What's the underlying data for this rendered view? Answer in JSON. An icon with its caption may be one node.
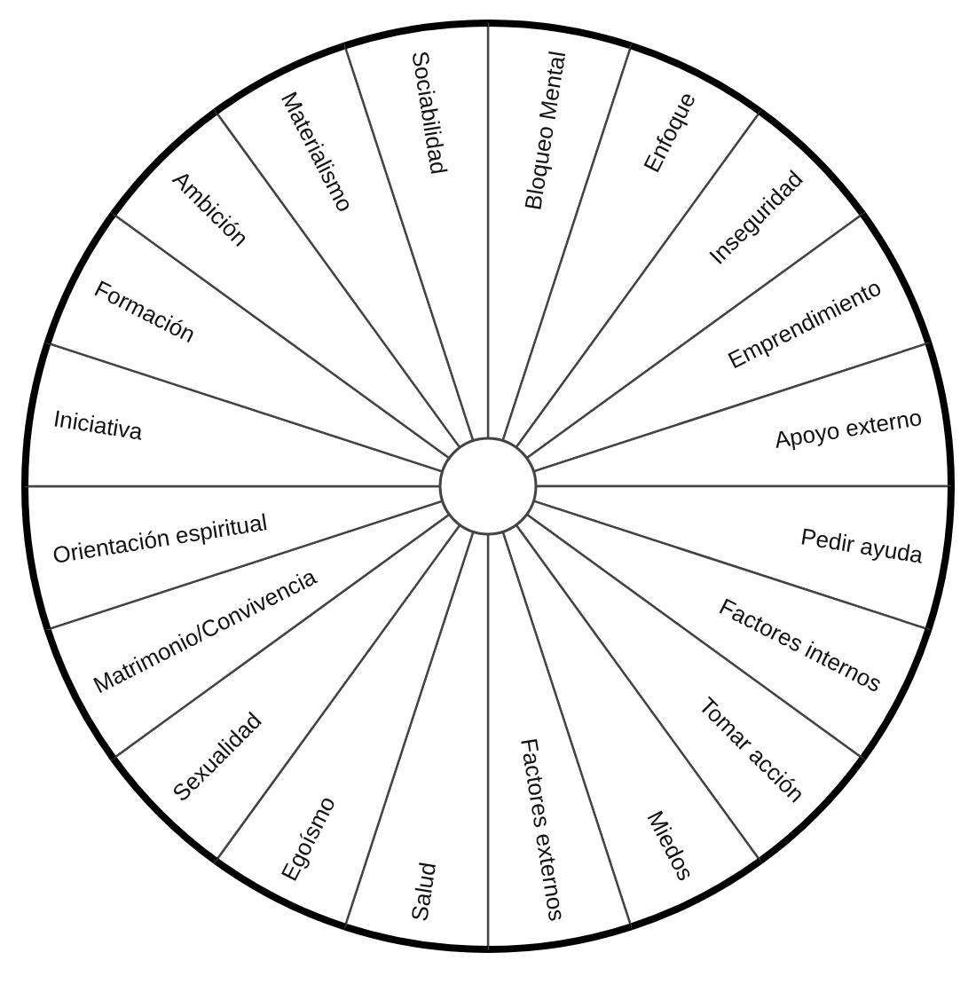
{
  "diagram": {
    "nodes": [
      {
        "text": [
          "Bloqueo Mental"
        ]
      },
      {
        "text": [
          "Enfoque"
        ]
      },
      {
        "text": [
          "Inseguridad"
        ]
      },
      {
        "text": [
          "Emprendimiento"
        ]
      },
      {
        "text": [
          "Apoyo externo"
        ]
      },
      {
        "text": [
          "Pedir ayuda"
        ]
      },
      {
        "text": [
          "Factores internos"
        ]
      },
      {
        "text": [
          "Tomar acción"
        ]
      },
      {
        "text": [
          "Miedos"
        ]
      },
      {
        "text": [
          "Factores externos"
        ]
      },
      {
        "text": [
          "Salud"
        ]
      },
      {
        "text": [
          "Egoísmo"
        ]
      },
      {
        "text": [
          "Sexualidad"
        ]
      },
      {
        "text": [
          "Matrimonio/Convivencia"
        ]
      },
      {
        "text": [
          "Orientación espiritual"
        ]
      },
      {
        "text": [
          "Iniciativa"
        ]
      },
      {
        "text": [
          "Formación"
        ]
      },
      {
        "text": [
          "Ambición"
        ]
      },
      {
        "text": [
          "Materialismo"
        ]
      },
      {
        "text": [
          "Sociabilidad"
        ]
      },
      {
        "text": [],
        "shape": "circle"
      }
    ]
  }
}
